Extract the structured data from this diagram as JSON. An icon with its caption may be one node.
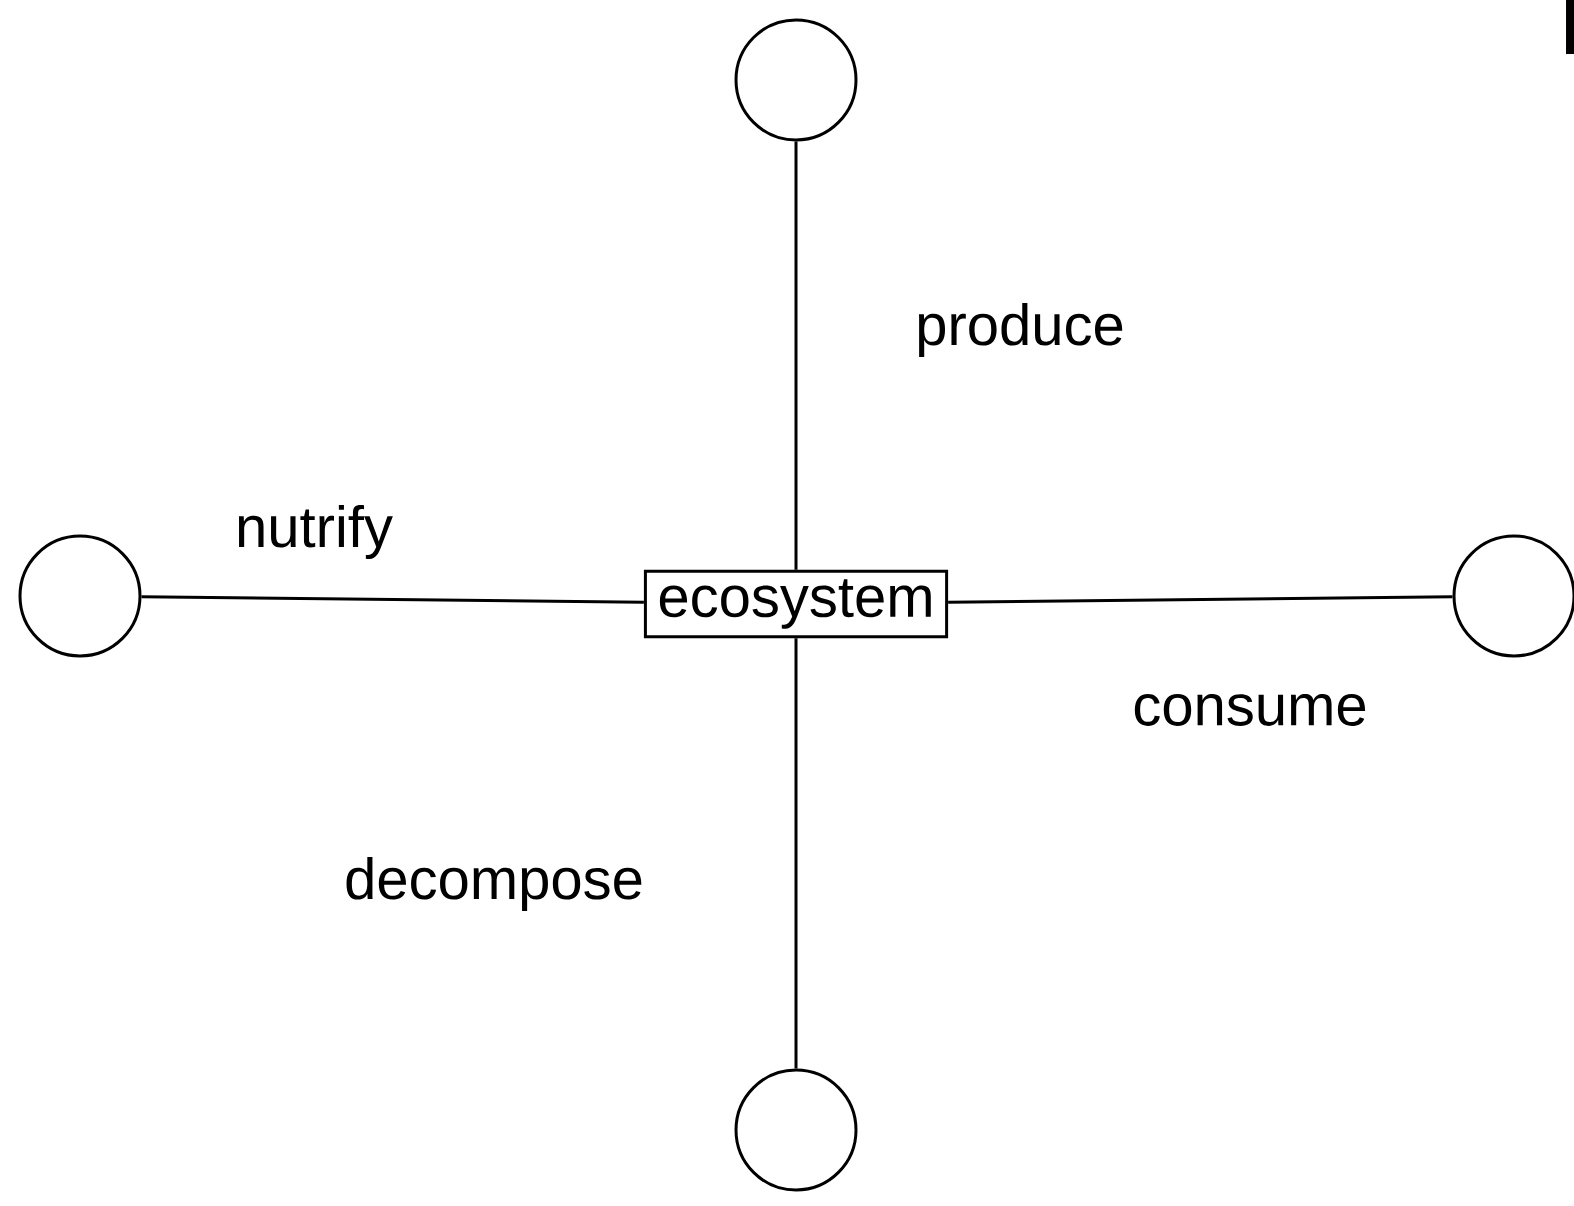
{
  "diagram": {
    "nodes": [
      {
        "text": [],
        "shape": "circle"
      },
      {
        "text": [],
        "shape": "circle"
      },
      {
        "text": [
          "ecosystem"
        ]
      },
      {
        "text": [],
        "shape": "circle"
      },
      {
        "text": [],
        "shape": "circle"
      }
    ],
    "edges": [
      {
        "from": 2,
        "to": 0,
        "arrow": "none",
        "label": "produce"
      },
      {
        "from": 2,
        "to": 1,
        "arrow": "none",
        "label": "nutrify"
      },
      {
        "from": 2,
        "to": 3,
        "arrow": "none",
        "label": "consume"
      },
      {
        "from": 2,
        "to": 4,
        "arrow": "none",
        "label": "decompose"
      }
    ]
  }
}
